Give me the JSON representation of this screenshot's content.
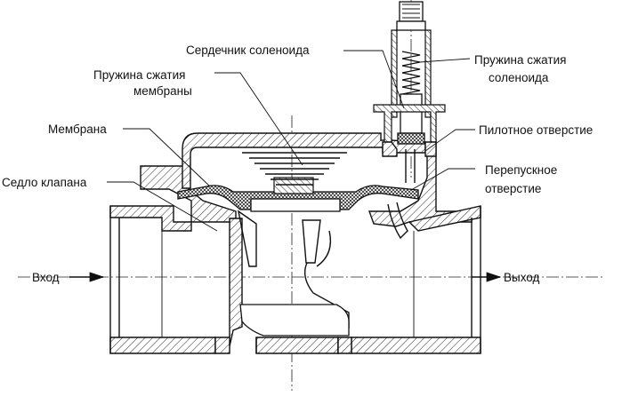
{
  "labels": {
    "solenoid_core": "Сердечник соленоида",
    "membrane_spring_line1": "Пружина сжатия",
    "membrane_spring_line2": "мембраны",
    "membrane": "Мембрана",
    "valve_seat": "Седло клапана",
    "solenoid_spring_line1": "Пружина сжатия",
    "solenoid_spring_line2": "соленоида",
    "pilot_hole": "Пилотное отверстие",
    "bypass_hole_line1": "Перепускное",
    "bypass_hole_line2": "отверстие",
    "inlet": "Вход",
    "outlet": "Выход"
  },
  "colors": {
    "line": "#111111",
    "background": "#ffffff",
    "shading": "#2a2a2a"
  }
}
